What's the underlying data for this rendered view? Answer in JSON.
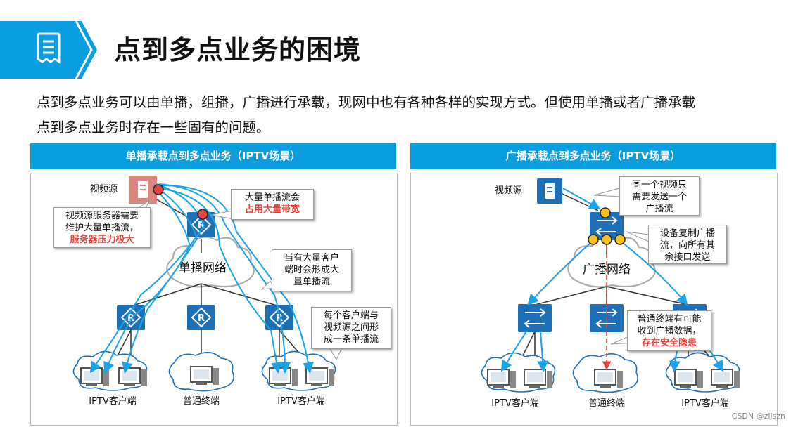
{
  "header": {
    "title": "点到多点业务的困境",
    "accent_color": "#0a9de0",
    "icon": "document-list-icon"
  },
  "intro": {
    "line1": "点到多点业务可以由单播，组播，广播进行承载，现网中也有各种各样的实现方式。但使用单播或者广播承载",
    "line2": "点到多点业务时存在一些固有的问题。"
  },
  "left_panel": {
    "heading": "单播承载点到多点业务（IPTV场景）",
    "source_label": "视频源",
    "network_label": "单播网络",
    "client_left_label": "IPTV客户端",
    "client_mid_label": "普通终端",
    "client_right_label": "IPTV客户端",
    "callout_server": {
      "text1": "视频源服务器需要",
      "text2": "维护大量单播流，",
      "highlight": "服务器压力极大"
    },
    "callout_bandwidth": {
      "text1": "大量单播流会",
      "highlight": "占用大量带宽"
    },
    "callout_many": {
      "text1": "当有大量客户",
      "text2": "端时会形成大",
      "text3": "量单播流"
    },
    "callout_each": {
      "text1": "每个客户端与",
      "text2": "视频源之间形",
      "text3": "成一条单播流"
    }
  },
  "right_panel": {
    "heading": "广播承载点到多点业务（IPTV场景）",
    "source_label": "视频源",
    "network_label": "广播网络",
    "client_left_label": "IPTV客户端",
    "client_mid_label": "普通终端",
    "client_right_label": "IPTV客户端",
    "callout_once": {
      "text1": "同一个视频只",
      "text2": "需要发送一个",
      "text3": "广播流"
    },
    "callout_copy": {
      "text1": "设备复制广播",
      "text2": "流，向所有其",
      "text3": "余接口发送"
    },
    "callout_security": {
      "text1": "普通终端有可能",
      "text2": "收到广播数据，",
      "highlight": "存在安全隐患"
    }
  },
  "colors": {
    "router_blue": "#1d6fb8",
    "flow_line": "#1aa3e8",
    "highlight_red": "#e0443a",
    "server_red": "#d9867f",
    "node_yellow": "#f7c21b"
  },
  "watermark": "CSDN @zljszn"
}
